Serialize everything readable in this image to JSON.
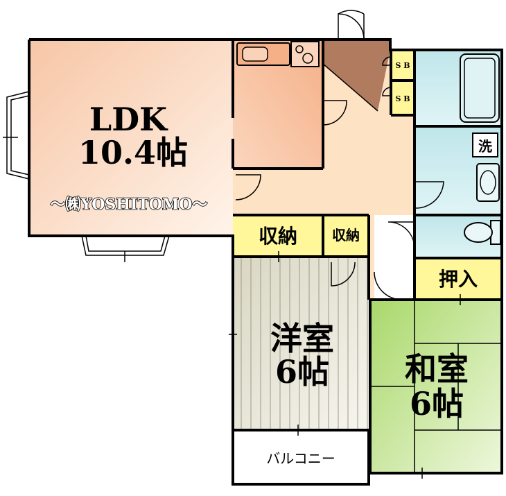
{
  "rooms": {
    "ldk_name": "LDK",
    "ldk_size": "10.4帖",
    "western_name": "洋室",
    "western_size": "6帖",
    "japanese_name": "和室",
    "japanese_size": "6帖",
    "storage_1": "収納",
    "storage_2": "収納",
    "closet": "押入",
    "laundry": "洗",
    "sb_1": "S B",
    "sb_2": "S B",
    "balcony": "バルコニー"
  },
  "watermark": "〜㈱YOSHITOMO〜",
  "colors": {
    "ldk": "#f9c9a8",
    "entrance": "#b07a5f",
    "hall": "#fde3c4",
    "bath": "#bfe6ea",
    "storage": "#fff79a",
    "western": "#e8e6d8",
    "japanese": "#bfe08a"
  }
}
